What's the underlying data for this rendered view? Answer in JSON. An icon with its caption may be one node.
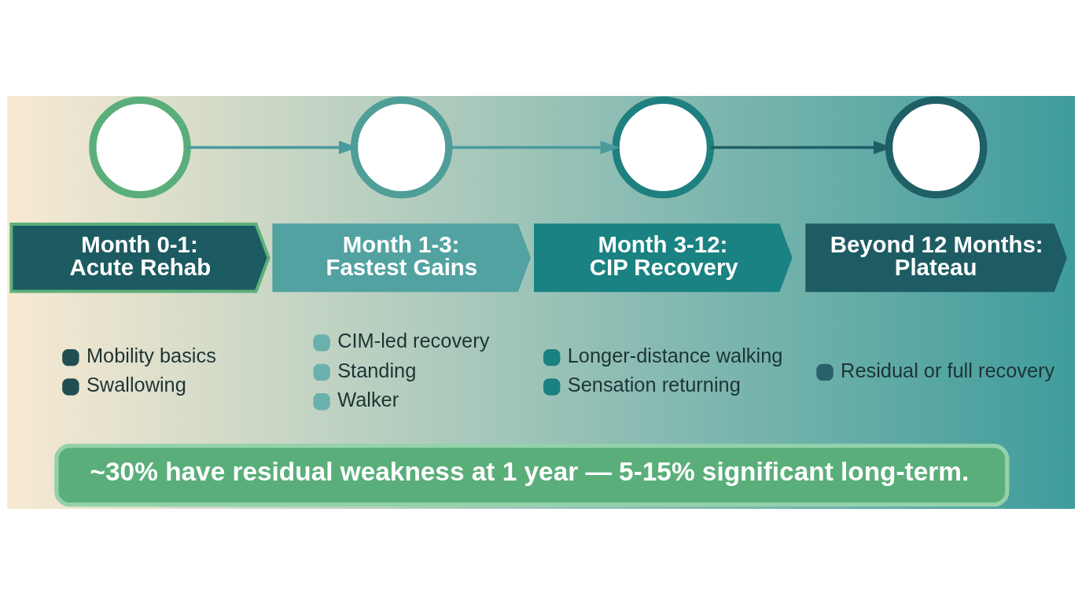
{
  "diagram": {
    "nodes": [
      {
        "text": [],
        "shape": "circle"
      },
      {
        "text": [],
        "shape": "circle"
      },
      {
        "text": [],
        "shape": "circle"
      },
      {
        "text": [],
        "shape": "circle"
      },
      {
        "text": [
          "Month 0-1: Acute Rehab"
        ],
        "beside": [
          "Mobility basics",
          "Swallowing"
        ]
      },
      {
        "text": [
          "Month 1-3: Fastest Gains"
        ],
        "beside": [
          "CIM-led recovery",
          "Standing",
          "Walker"
        ]
      },
      {
        "text": [
          "Month 3-12: CIP Recovery"
        ],
        "beside": [
          "Longer-distance walking",
          "Sensation returning"
        ]
      },
      {
        "text": [
          "Beyond 12 Months: Plateau"
        ],
        "beside": [
          "Residual or full recovery"
        ]
      },
      {
        "text": [
          "~30% have residual weakness at 1 year — 5-15% significant long-term."
        ]
      }
    ],
    "edges": [
      {
        "from": 0,
        "to": 1,
        "arrow": "to"
      },
      {
        "from": 1,
        "to": 2,
        "arrow": "to"
      },
      {
        "from": 2,
        "to": 3,
        "arrow": "to",
        "color": "#1f5f66"
      }
    ]
  }
}
